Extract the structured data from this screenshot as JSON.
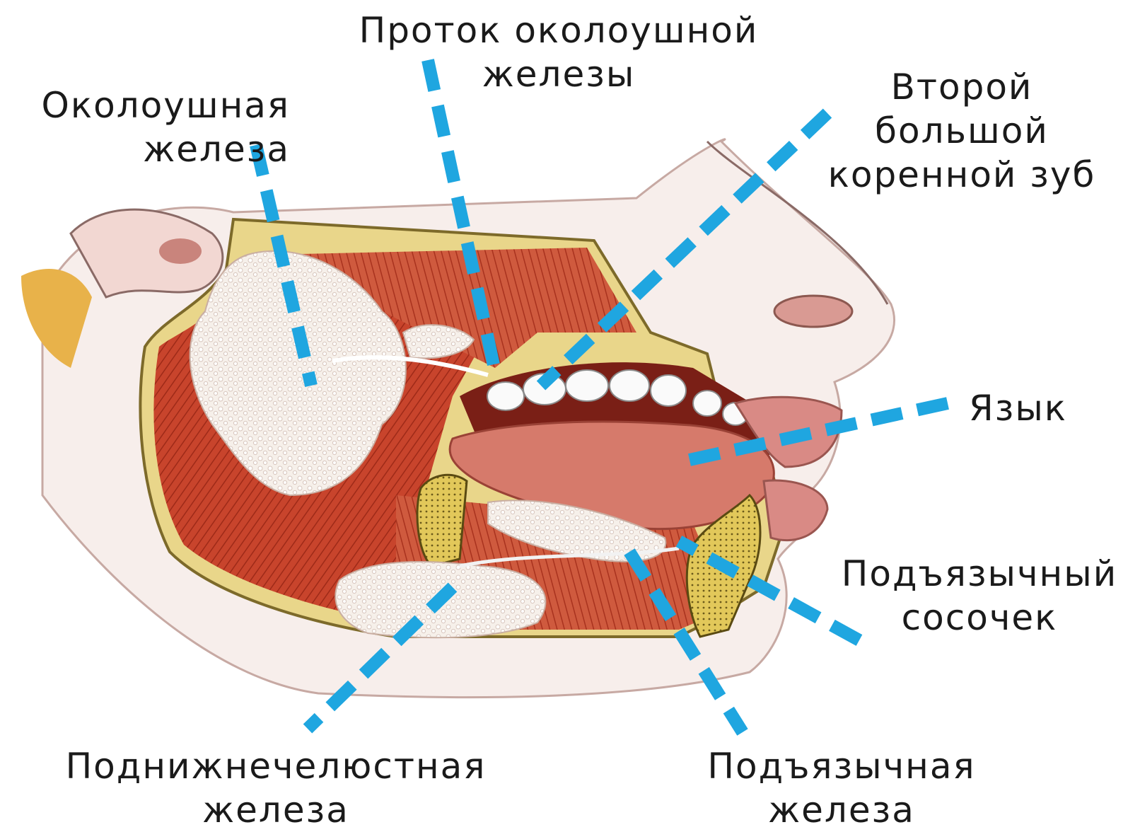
{
  "labels": {
    "parotid_duct": [
      "Проток околоушной",
      "железы"
    ],
    "parotid_gland": [
      "Околоушная",
      "железа"
    ],
    "second_molar": [
      "Второй",
      "большой",
      "коренной зуб"
    ],
    "tongue": [
      "Язык"
    ],
    "sublingual_papilla": [
      "Подъязычный",
      "сосочек"
    ],
    "submandibular_gland": [
      "Поднижнечелюстная",
      "железа"
    ],
    "sublingual_gland": [
      "Подъязычная",
      "железа"
    ]
  },
  "colors": {
    "leader_line": "#1fa6e0",
    "muscle": "#c9452e",
    "gland": "#f3ece6",
    "bone": "#e6cf6a",
    "skin": "#f6ecea",
    "tongue": "#d97a6c"
  }
}
